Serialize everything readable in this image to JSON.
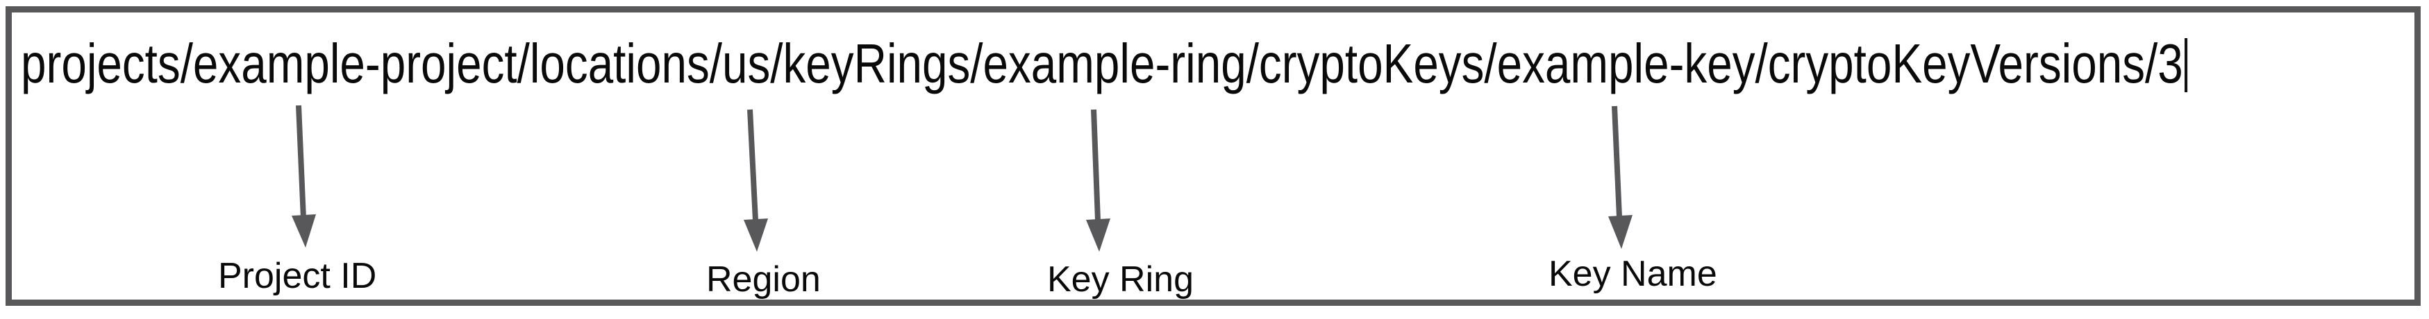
{
  "figure": {
    "resource_path": "projects/example-project/locations/us/keyRings/example-ring/cryptoKeys/example-key/cryptoKeyVersions/3",
    "cursor": "text-caret-after-path",
    "annotations": [
      {
        "label": "Project ID",
        "points_to": "example-project"
      },
      {
        "label": "Region",
        "points_to": "us"
      },
      {
        "label": "Key Ring",
        "points_to": "example-ring"
      },
      {
        "label": "Key Name",
        "points_to": "example-key"
      }
    ],
    "colors": {
      "border": "#58585a",
      "arrow": "#58585a",
      "text": "#0a0a0a"
    }
  }
}
